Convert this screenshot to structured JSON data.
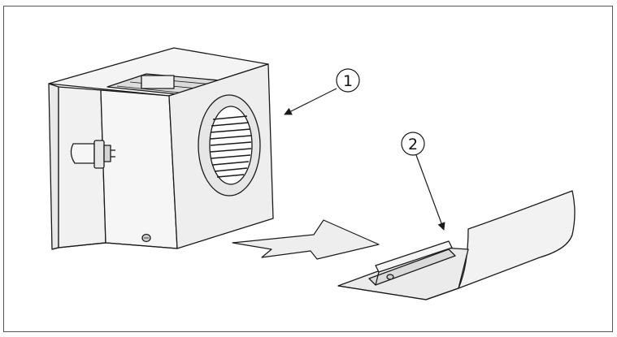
{
  "callouts": [
    {
      "label": "1",
      "target": "blower-housing"
    },
    {
      "label": "2",
      "target": "mounting-tray"
    }
  ],
  "colors": {
    "line": "#1a1a1a",
    "panel_light": "#f4f4f4",
    "panel_mid": "#e2e2e2",
    "panel_dark": "#c9c9c9",
    "arrow_fill": "#eeeeee"
  }
}
